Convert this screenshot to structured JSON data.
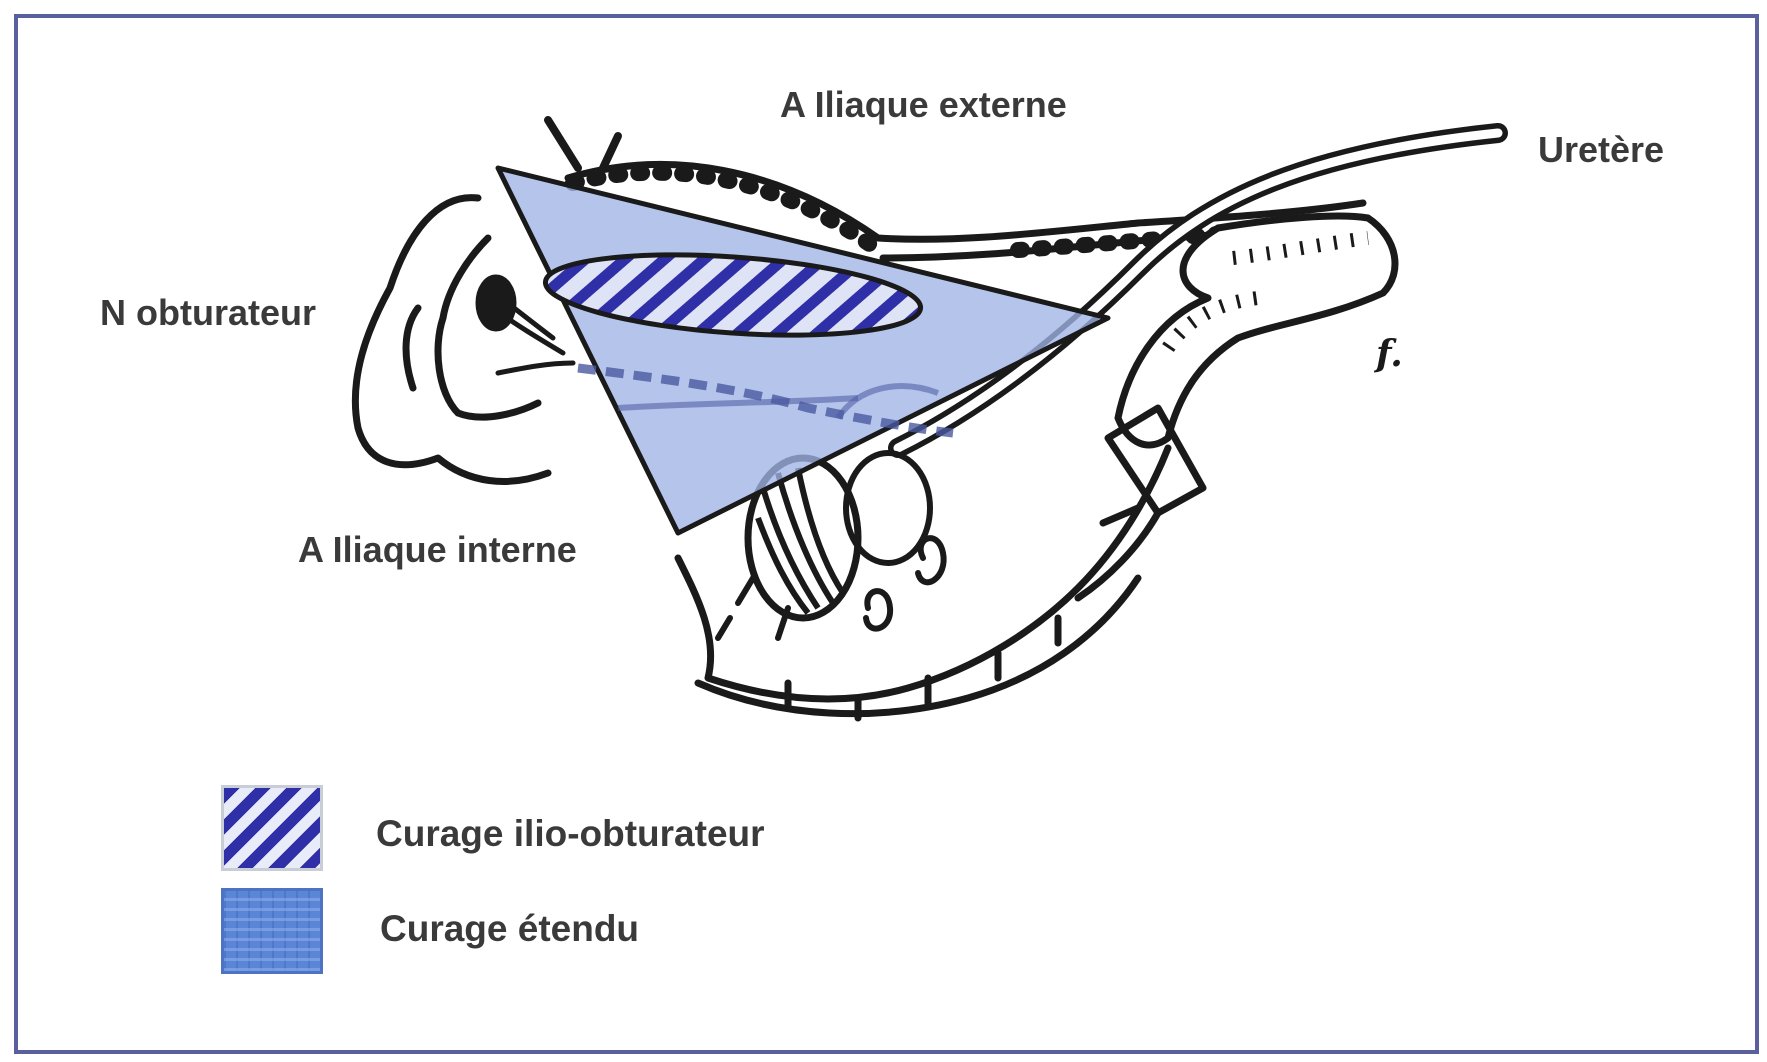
{
  "labels": {
    "iliac_external": "A Iliaque externe",
    "ureter": "Uretère",
    "obturator_nerve": "N obturateur",
    "iliac_internal": "A Iliaque interne",
    "f_mark": "f."
  },
  "legend": {
    "items": [
      {
        "label": "Curage ilio-obturateur",
        "pattern": "diagonal-stripes"
      },
      {
        "label": "Curage étendu",
        "pattern": "solid-blue"
      }
    ]
  },
  "colors": {
    "frame": "#5a5f9e",
    "stripe": "#2f2fa8",
    "extended_fill": "#9fb3e6",
    "ink": "#1a1a1a",
    "text": "#3a3a3a"
  }
}
